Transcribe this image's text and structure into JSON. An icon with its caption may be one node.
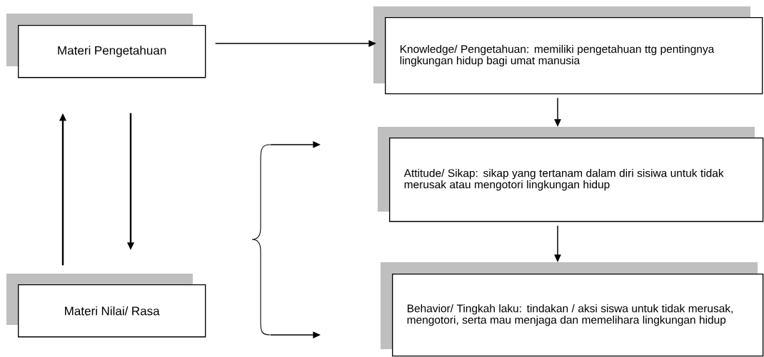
{
  "diagram": {
    "nodes": [
      {
        "text": [
          "Materi Pengetahuan"
        ]
      },
      {
        "text": [
          "Knowledge/ Pengetahuan: memiliki pengetahuan ttg pentingnya lingkungan hidup bagi umat manusia"
        ]
      },
      {
        "text": [
          "Attitude/ Sikap: sikap yang tertanam dalam diri sisiwa untuk tidak merusak atau mengotori lingkungan hidup"
        ]
      },
      {
        "text": [
          "Materi Nilai/ Rasa"
        ]
      },
      {
        "text": [
          "Behavior/ Tingkah laku: tindakan / aksi siswa untuk tidak merusak, mengotori, serta mau menjaga dan memelihara lingkungan hidup"
        ]
      },
      {
        "text": [],
        "shape": "brace"
      }
    ],
    "edges": [
      {
        "from": 0,
        "to": 1,
        "arrow": "to"
      },
      {
        "from": 3,
        "to": 0,
        "arrow": "to"
      },
      {
        "from": 0,
        "to": 3,
        "arrow": "to"
      },
      {
        "from": 1,
        "to": 2,
        "arrow": "to"
      },
      {
        "from": 2,
        "to": 4,
        "arrow": "to"
      },
      {
        "from": 5,
        "to": null,
        "arrow": "to"
      },
      {
        "from": 5,
        "to": null,
        "arrow": "to"
      }
    ]
  }
}
